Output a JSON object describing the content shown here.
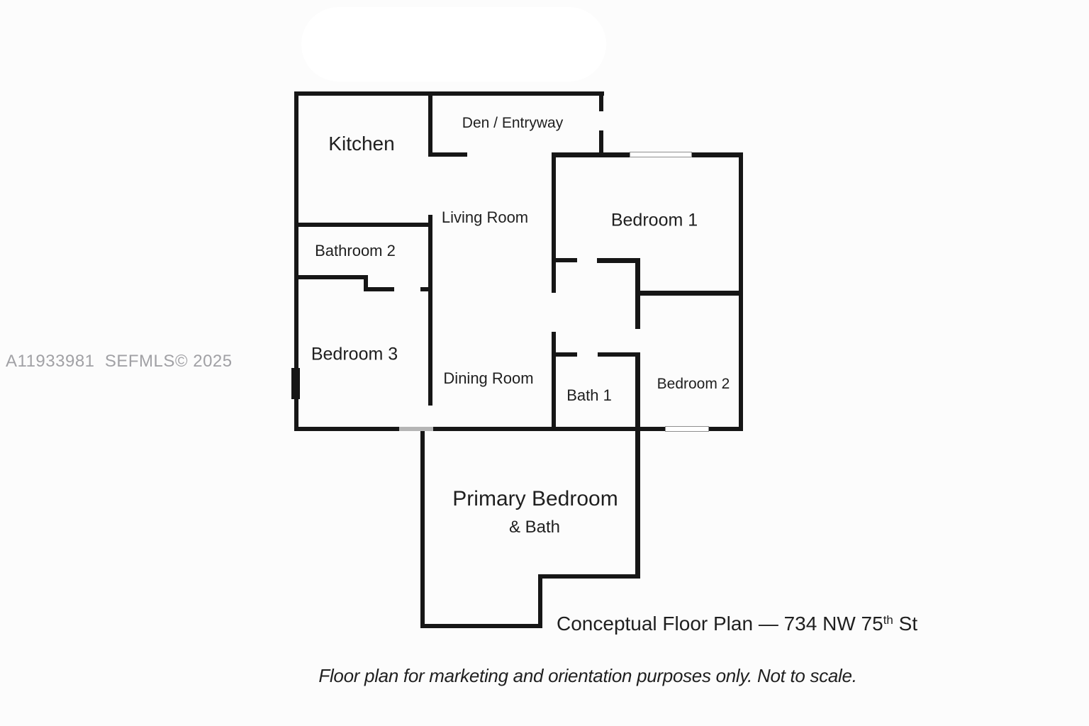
{
  "colors": {
    "background": "#fcfcfc",
    "wall": "#161616",
    "opening": "#b5b5b5",
    "window_fill": "#ffffff",
    "window_border": "#8f8f8f",
    "label_text": "#1f1f1f",
    "watermark": "#a1a1a5"
  },
  "watermark": {
    "text": "A11933981  SEFMLS© 2025"
  },
  "rooms": {
    "kitchen": "Kitchen",
    "den": "Den / Entryway",
    "living": "Living Room",
    "bedroom1": "Bedroom 1",
    "bathroom2": "Bathroom 2",
    "bedroom3": "Bedroom 3",
    "dining": "Dining Room",
    "bath1": "Bath 1",
    "bedroom2": "Bedroom 2",
    "primary_line1": "Primary Bedroom",
    "primary_line2": "& Bath"
  },
  "footer": {
    "title_prefix": "Conceptual Floor Plan — 734 NW 75",
    "title_superscript": "th",
    "title_suffix": " St",
    "disclaimer": "Floor plan for marketing and orientation purposes only. Not to scale."
  }
}
